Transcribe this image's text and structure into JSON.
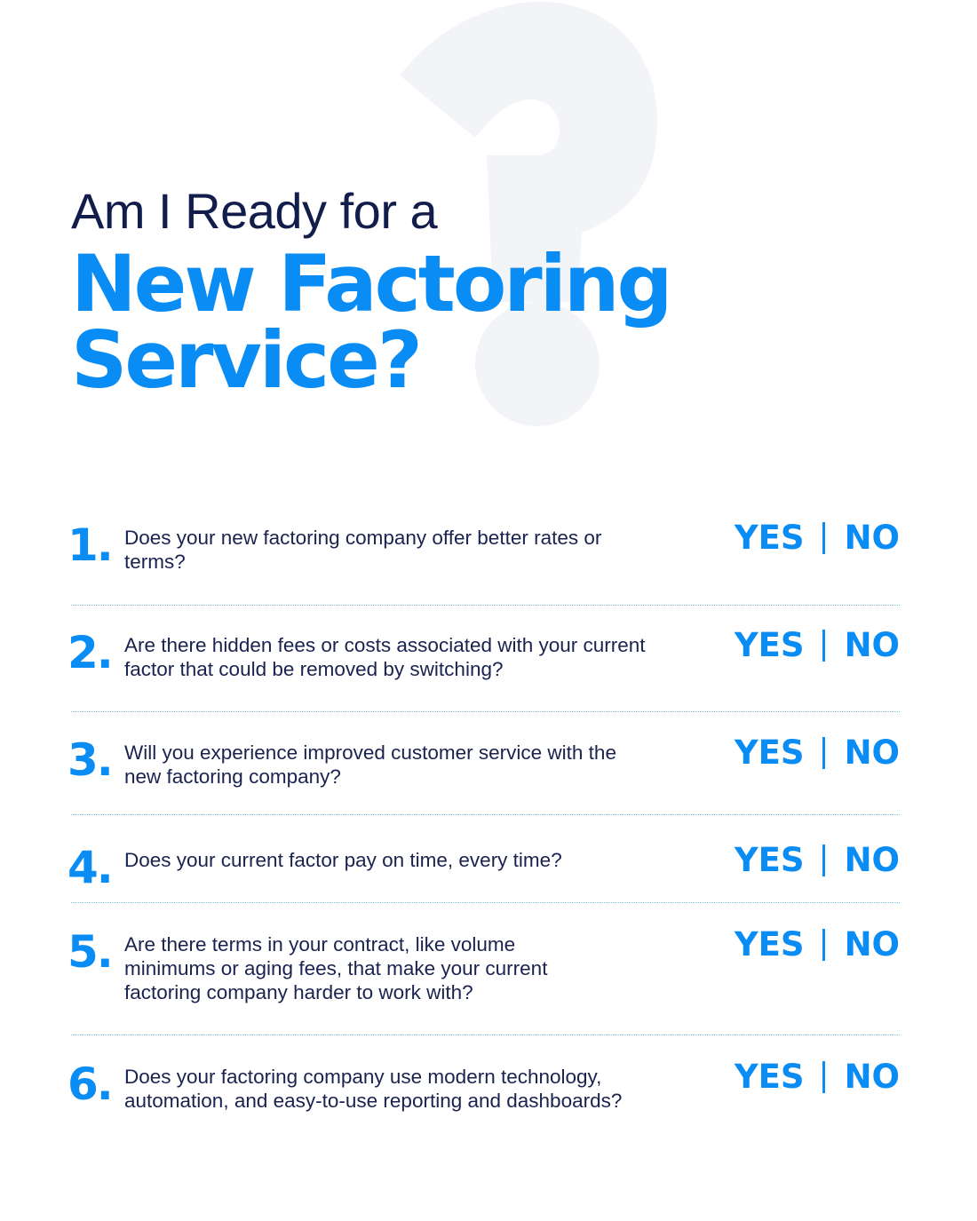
{
  "colors": {
    "accent_blue": "#0a8cf5",
    "navy": "#121d4c",
    "body_text": "#1a2350",
    "background_qmark": "#f2f4f8",
    "divider": "#7cc2ea"
  },
  "background": {
    "icon": "question-mark-icon"
  },
  "headline": {
    "line1": "Am I Ready for a",
    "line2": "New Factoring",
    "line3": "Service?"
  },
  "questions": [
    {
      "number": "1",
      "text": "Does your new factoring company offer better rates or terms?",
      "yes_label": "YES",
      "no_label": "NO"
    },
    {
      "number": "2",
      "text": "Are there hidden fees or costs associated with your current factor that could be removed by switching?",
      "yes_label": "YES",
      "no_label": "NO"
    },
    {
      "number": "3",
      "text": "Will you experience improved customer service with the new factoring company?",
      "yes_label": "YES",
      "no_label": "NO"
    },
    {
      "number": "4",
      "text": "Does your current factor pay on time, every time?",
      "yes_label": "YES",
      "no_label": "NO"
    },
    {
      "number": "5",
      "text": "Are there terms in your contract, like volume minimums or aging fees, that make your current factoring company harder to work with?",
      "yes_label": "YES",
      "no_label": "NO"
    },
    {
      "number": "6",
      "text": "Does your factoring company use modern technology, automation, and easy-to-use reporting and dashboards?",
      "yes_label": "YES",
      "no_label": "NO"
    }
  ]
}
